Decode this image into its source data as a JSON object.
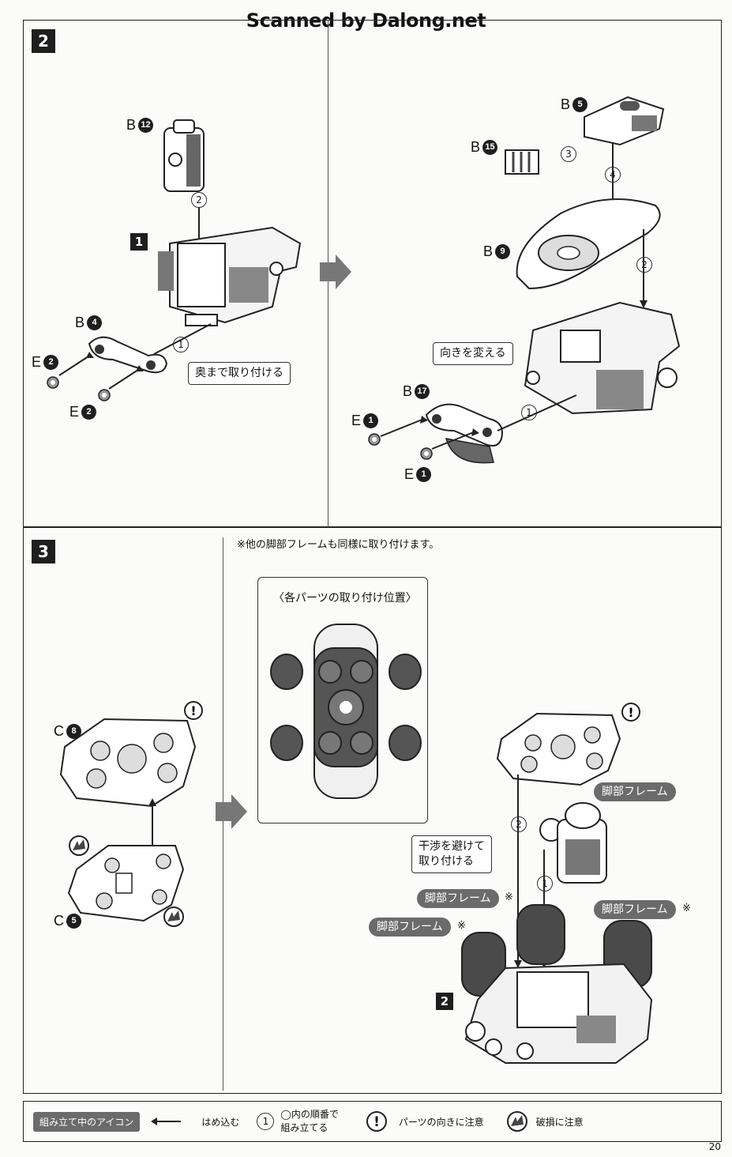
{
  "watermark": "Scanned by Dalong.net",
  "step2": {
    "number": "2",
    "subassembly_1": "1",
    "parts": {
      "b12": {
        "letter": "B",
        "num": "12"
      },
      "b4": {
        "letter": "B",
        "num": "4"
      },
      "e2a": {
        "letter": "E",
        "num": "2"
      },
      "e2b": {
        "letter": "E",
        "num": "2"
      },
      "b5": {
        "letter": "B",
        "num": "5"
      },
      "b15": {
        "letter": "B",
        "num": "15"
      },
      "b9": {
        "letter": "B",
        "num": "9"
      },
      "b17": {
        "letter": "B",
        "num": "17"
      },
      "e1a": {
        "letter": "E",
        "num": "1"
      },
      "e1b": {
        "letter": "E",
        "num": "1"
      }
    },
    "order_left": [
      "2",
      "1"
    ],
    "order_right": [
      "3",
      "4",
      "2",
      "1"
    ],
    "callout_push": "奥まで取り付ける",
    "callout_turn": "向きを変える"
  },
  "step3": {
    "number": "3",
    "note": "※他の脚部フレームも同様に取り付けます。",
    "inset_title": "〈各パーツの取り付け位置〉",
    "parts": {
      "c8": {
        "letter": "C",
        "num": "8"
      },
      "c5": {
        "letter": "C",
        "num": "5"
      }
    },
    "order": [
      "2",
      "1"
    ],
    "callout_avoid": "干渉を避けて\n取り付ける",
    "leg_frame": "脚部フレーム",
    "asterisk": "※",
    "subassembly_2": "2"
  },
  "legend": {
    "title": "組み立て中のアイコン",
    "press_fit": "はめ込む",
    "order_circle": "1",
    "order_text_1": "◯内の順番で",
    "order_text_2": "組み立てる",
    "direction": "パーツの向きに注意",
    "breakage": "破損に注意"
  },
  "page_number": "20"
}
